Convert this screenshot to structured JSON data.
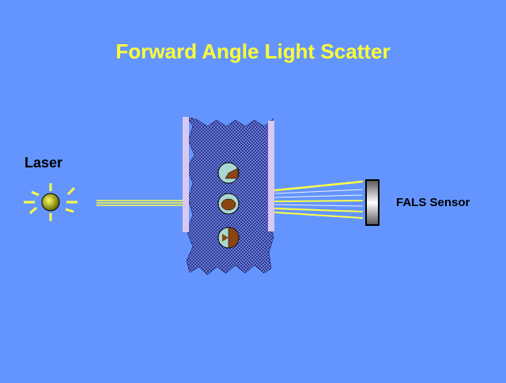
{
  "title": "Forward Angle Light Scatter",
  "laser": {
    "label": "Laser"
  },
  "sensor": {
    "label": "FALS Sensor"
  },
  "colors": {
    "background": "#6495ff",
    "title": "#ffff33",
    "beam": "#ffff44",
    "flow_cell_walls": "#d9c8f0",
    "stream": "#000080",
    "cell_body": "#a8d8d0",
    "nucleus": "#8b4513"
  }
}
